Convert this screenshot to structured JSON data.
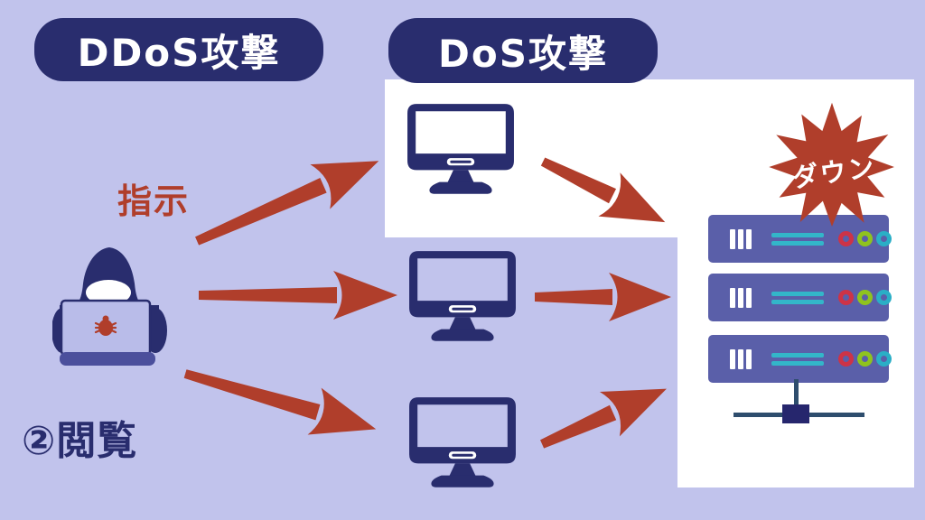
{
  "labels": {
    "ddos_badge": "DDoS攻撃",
    "dos_badge": "DoS攻撃",
    "instruction_text": "指示",
    "browse_text": "②閲覧",
    "down_burst": "ダウン"
  },
  "diagram": {
    "type": "ddos-vs-dos-attack-diagram",
    "attacker_icon": "hooded-hacker-with-laptop-and-bug",
    "computer_icon_count": 3,
    "server_icon_count": 3,
    "arrow_count": 6,
    "flow": "hacker sends 指示 (instructions) to 3 computers, which attack 3 servers causing ダウン (down)"
  },
  "colors": {
    "background": "#c1c3ec",
    "navy": "#292d6e",
    "brick_red": "#b03e2b",
    "server_purple": "#5a5fa9",
    "teal_line": "#33b6c9",
    "led_red": "#cd3347",
    "led_green": "#8fc31f",
    "led_teal": "#2aaec6",
    "laptop_body": "#b9bce9",
    "laptop_base": "#4b4f9c",
    "network_line": "#2e4d6d",
    "panel_white": "#ffffff"
  }
}
